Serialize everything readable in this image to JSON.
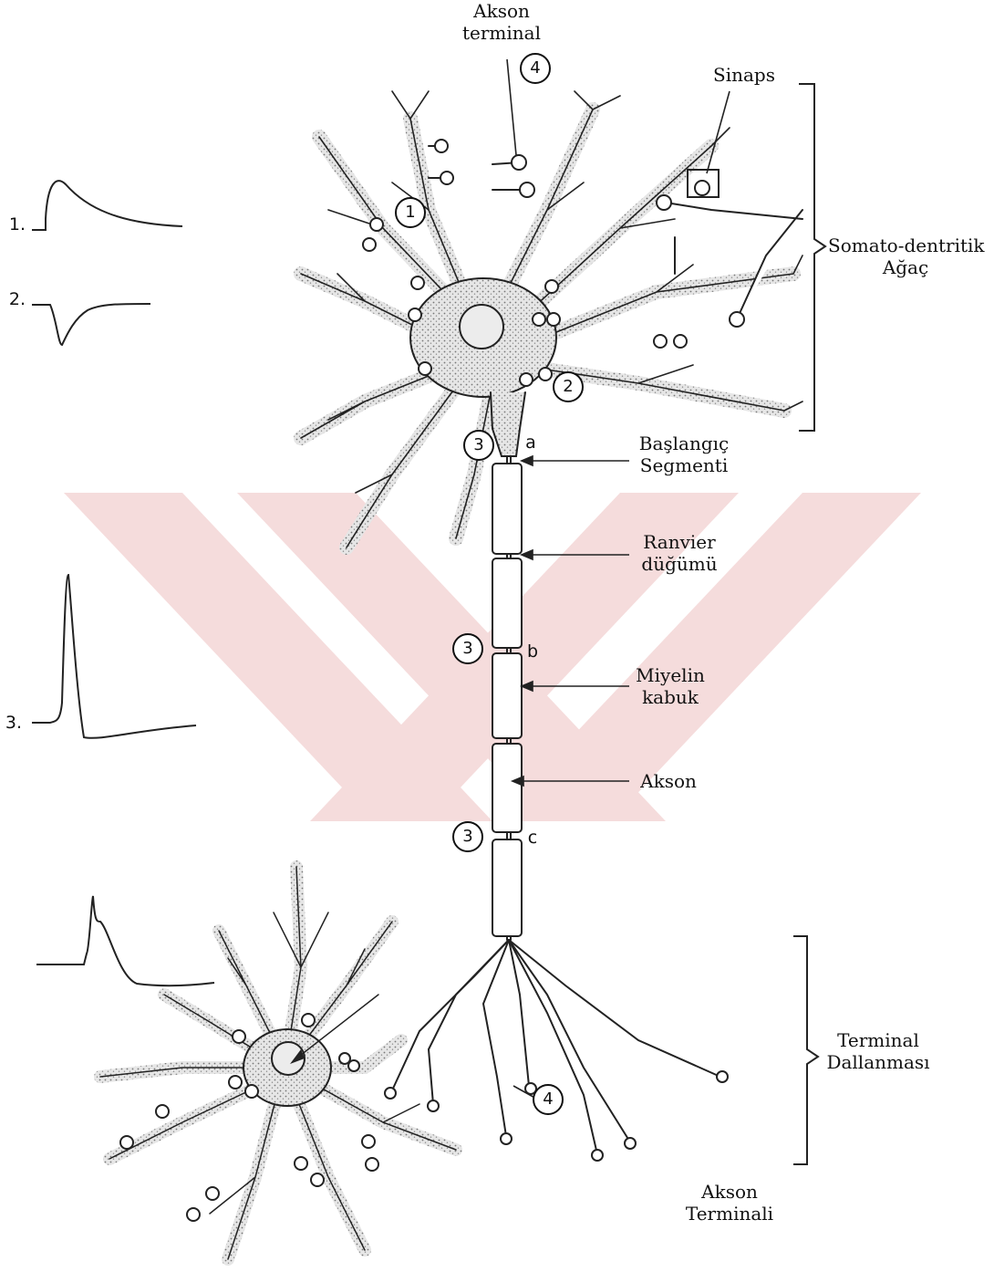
{
  "labels": {
    "akson_terminal_top_1": "Akson",
    "akson_terminal_top_2": "terminal",
    "sinaps": "Sinaps",
    "somato_1": "Somato-dentritik",
    "somato_2": "Ağaç",
    "baslangic_1": "Başlangıç",
    "baslangic_2": "Segmenti",
    "ranvier_1": "Ranvier",
    "ranvier_2": "düğümü",
    "miyelin_1": "Miyelin",
    "miyelin_2": "kabuk",
    "akson": "Akson",
    "terminal_dal_1": "Terminal",
    "terminal_dal_2": "Dallanması",
    "akson_terminali_1": "Akson",
    "akson_terminali_2": "Terminali"
  },
  "points": {
    "a": "a",
    "b": "b",
    "c": "c"
  },
  "markers": {
    "m1": "1",
    "m2": "2",
    "m3a": "3",
    "m3b": "3",
    "m3c": "3",
    "m4a": "4",
    "m4b": "4"
  },
  "trace_labels": {
    "t1": "1.",
    "t2": "2.",
    "t3": "3."
  },
  "colors": {
    "cell_fill": "#c9c9c9",
    "stroke": "#222222",
    "watermark": "#f5dcdc"
  }
}
